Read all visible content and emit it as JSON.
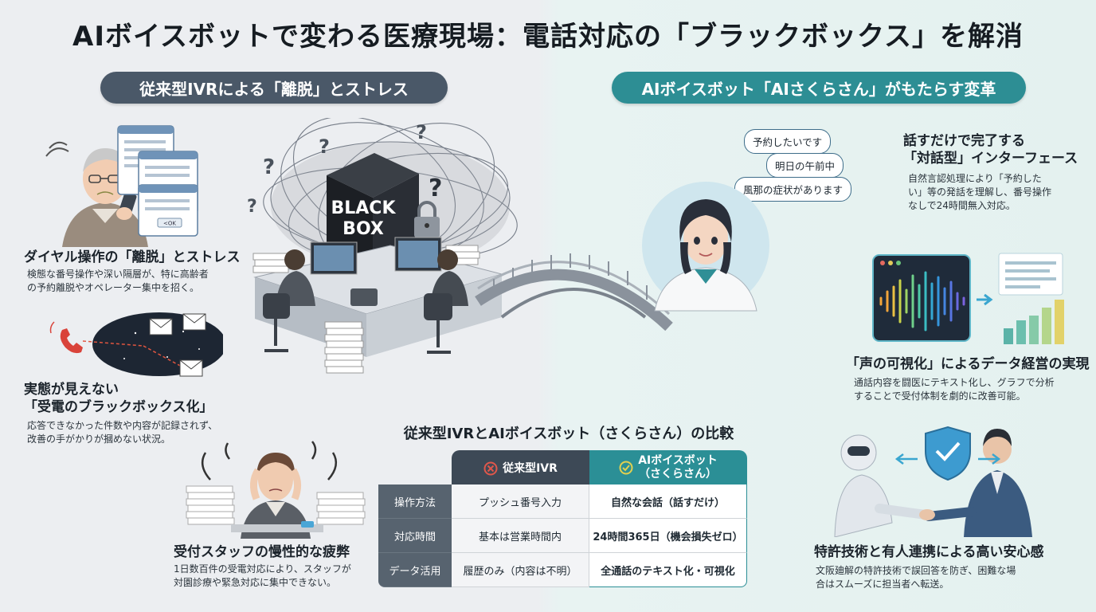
{
  "title": "AIボイスボットで変わる医療現場：電話対応の「ブラックボックス」を解消",
  "left_header": "従来型IVRによる「離脱」とストレス",
  "right_header": "AIボイスボット「AIさくらさん」がもたらす変革",
  "left_sections": [
    {
      "title": "ダイヤル操作の「離脱」とストレス",
      "desc": [
        "検態な番号操作や深い隔層が、特に高齢者",
        "の予約離脱やオペレーター集中を招く。"
      ]
    },
    {
      "title": [
        "実態が見えない",
        "「受電のブラックボックス化」"
      ],
      "desc": [
        "応答できなかった件数や内容が記録されず、",
        "改善の手がかりが摑めない状況。"
      ]
    },
    {
      "title": "受付スタッフの慢性的な疲弊",
      "desc": [
        "1日数百件の受電対応により、スタッフが",
        "対園診療や緊急対応に集中できない。"
      ]
    }
  ],
  "illustration": {
    "blackbox_label": [
      "BLACK",
      "BOX"
    ],
    "dialog_ok": "OK",
    "dialog_ok2": "<OK"
  },
  "speech_bubbles": [
    "予約したいです",
    "明日の午前中",
    "風那の症状があります"
  ],
  "right_sections": [
    {
      "title": [
        "話すだけで完了する",
        "「対話型」インターフェース"
      ],
      "desc": [
        "自然言認処理により「予約した",
        "い」等の発話を理解し、番号操作",
        "なしで24時間無入対応。"
      ]
    },
    {
      "title": "「声の可視化」によるデータ経営の実現",
      "desc": [
        "通話内容を闘医にテキスト化し、グラフで分析",
        "することで受付体制を劇的に改善可能。"
      ]
    },
    {
      "title": "特許技術と有人連携による高い安心感",
      "desc": [
        "文阪廸解の特許技術で誤回答を防ぎ、困難な場",
        "合はスムーズに担当者へ転送。"
      ]
    }
  ],
  "comparison": {
    "title": "従来型IVRとAIボイスボット（さくらさん）の比較",
    "col_old": "従来型IVR",
    "col_new": [
      "AIボイスボット",
      "（さくらさん）"
    ],
    "rows": [
      {
        "label": "操作方法",
        "old": "プッシュ番号入力",
        "new": "自然な会話（話すだけ）"
      },
      {
        "label": "対応時間",
        "old": "基本は営業時間内",
        "new": "24時間365日（機会損失ゼロ）"
      },
      {
        "label": "データ活用",
        "old": "履歴のみ（内容は不明）",
        "new": "全通話のテキスト化・可視化"
      }
    ]
  },
  "colors": {
    "left_accent": "#4a5868",
    "right_accent": "#2d8e94",
    "old_header": "#3d4956",
    "new_header": "#2b8f96"
  }
}
